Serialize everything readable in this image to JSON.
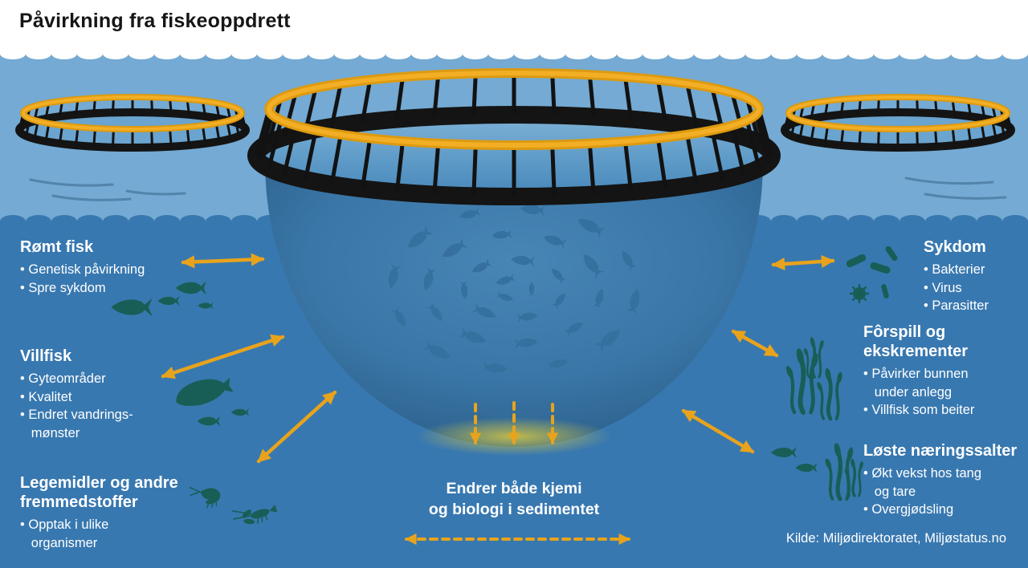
{
  "title": "Påvirkning fra fiskeoppdrett",
  "left_blocks": [
    {
      "heading": "Rømt fisk",
      "bullets": [
        "• Genetisk påvirkning",
        "• Spre sykdom"
      ]
    },
    {
      "heading": "Villfisk",
      "bullets": [
        "• Gyteområder",
        "• Kvalitet",
        "• Endret vandrings-\n   mønster"
      ]
    },
    {
      "heading": "Legemidler og andre\nfremmedstoffer",
      "bullets": [
        "• Opptak i ulike\n   organismer"
      ]
    }
  ],
  "right_blocks": [
    {
      "heading": "Sykdom",
      "bullets": [
        "• Bakterier",
        "• Virus",
        "• Parasitter"
      ]
    },
    {
      "heading": "Fôrspill og\nekskrementer",
      "bullets": [
        "• Påvirker bunnen\n   under anlegg",
        "• Villfisk som beiter"
      ]
    },
    {
      "heading": "Løste næringssalter",
      "bullets": [
        "• Økt vekst hos tang\n   og tare",
        "• Overgjødsling"
      ]
    }
  ],
  "sediment_label": "Endrer både kjemi\nog biologi i sedimentet",
  "source": "Kilde: Miljødirektoratet, Miljøstatus.no",
  "colors": {
    "surface_water": "#74AAD3",
    "deep_water": "#3878B0",
    "cage_rail_orange": "#E8A31C",
    "cage_float_black": "#141414",
    "arrow_orange": "#E8A31C",
    "organism_teal": "#185E56",
    "net_fish_blue": "#35709F",
    "sediment_glow": "#D8C93F",
    "text_white": "#FFFFFF",
    "title_black": "#161616"
  },
  "icon_names": [
    "fish-icon",
    "flatfish-icon",
    "shrimp-icon",
    "lobster-icon",
    "bacteria-icon",
    "virus-icon",
    "seaweed-icon",
    "fish-cage",
    "double-arrow-icon"
  ]
}
